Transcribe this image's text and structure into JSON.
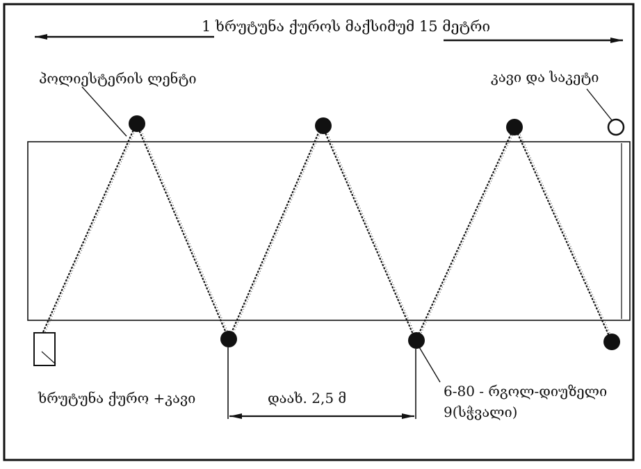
{
  "labels": {
    "title": "1 ხრუტუნა ქუროს მაქსიმუმ 15 მეტრი",
    "tape": "პოლიესტერის ლენტი",
    "rope": "კავი და საკეტი",
    "hook": "ხრუტუნა ქურო +კავი",
    "spacing": "დაახ. 2,5 მ",
    "rings_line1": "6-80  - რგოლ-დიუზელი",
    "rings_line2": "9(სჭვალი)"
  },
  "colors": {
    "ink": "#111111",
    "background": "#ffffff"
  }
}
